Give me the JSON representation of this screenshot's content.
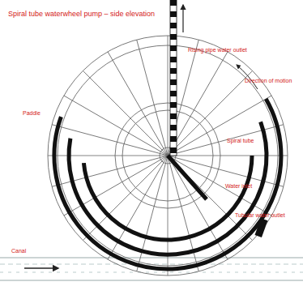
{
  "diagram": {
    "title": "Spiral tube waterwheel pump – side elevation",
    "labels": [
      "Rising pipe water outlet",
      "Direction of motion",
      "Paddle",
      "Spiral tube",
      "Water inlet",
      "Tubular water outlet",
      "Canal"
    ]
  }
}
